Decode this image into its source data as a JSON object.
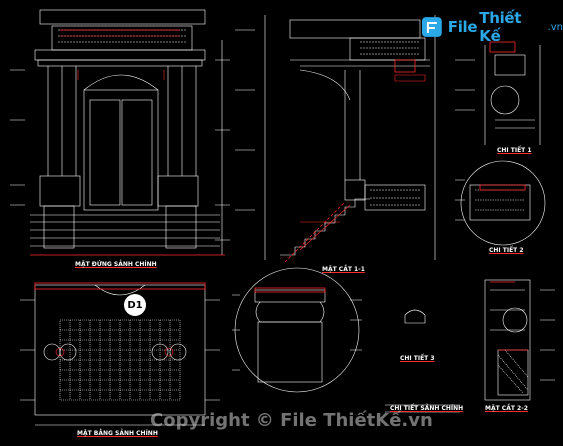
{
  "logo": {
    "brand": "File",
    "brand2": "Thiết Kế",
    "domain": ".vn"
  },
  "drawings": {
    "front_elevation": "MẶT ĐỨNG SẢNH CHÍNH",
    "section_11": "MẶT CẮT 1-1",
    "detail_1": "CHI TIẾT 1",
    "detail_2": "CHI TIẾT 2",
    "detail_3": "CHI TIẾT 3",
    "plan": "MẶT BẰNG SẢNH CHÍNH",
    "detail_sanh": "CHI TIẾT SẢNH CHÍNH",
    "section_22": "MẶT CẮT 2-2"
  },
  "marker": "D1",
  "watermark": "Copyright © File ThiếtKế.vn",
  "colors": {
    "background": "#000000",
    "lines": "#ffffff",
    "accent": "#ff2a2a",
    "logo": "#2aa8e8"
  }
}
